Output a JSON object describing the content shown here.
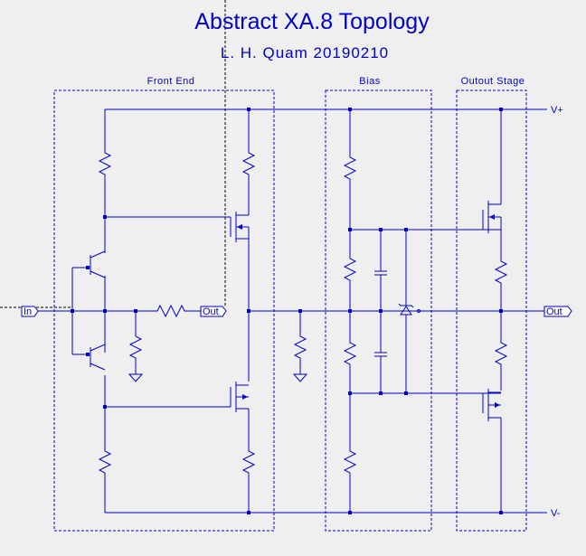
{
  "header": {
    "title": "Abstract XA.8 Topology",
    "subtitle": "L. H. Quam   20190210"
  },
  "blocks": {
    "front_end": "Front End",
    "bias": "Bias",
    "output_stage": "Outout Stage"
  },
  "ports": {
    "input": "In",
    "front_end_out": "Out",
    "amp_out": "Out"
  },
  "rails": {
    "positive": "V+",
    "negative": "V-"
  },
  "colors": {
    "ink": "#0000c8",
    "background": "#efefef"
  }
}
